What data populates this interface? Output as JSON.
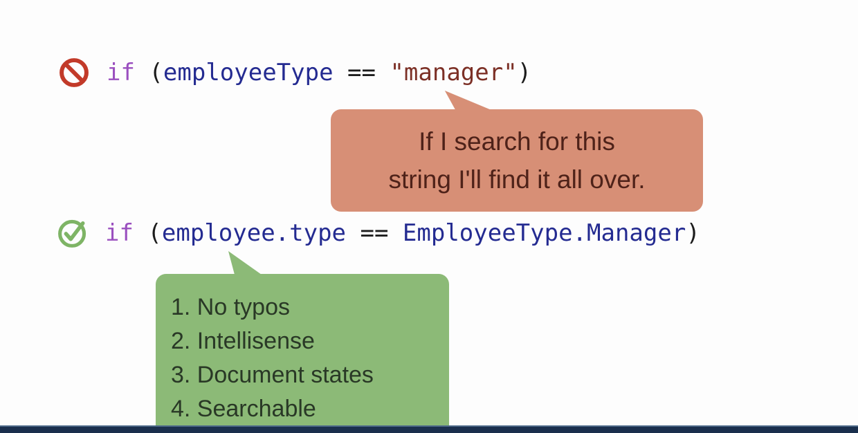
{
  "bad_example": {
    "icon_name": "no-entry",
    "code": {
      "keyword": "if",
      "pre_ident": " (",
      "identifier": "employeeType",
      "operator": " == ",
      "string_literal": "\"manager\"",
      "close": ")"
    }
  },
  "good_example": {
    "icon_name": "check-circle",
    "code": {
      "keyword": "if",
      "pre_ident": " (",
      "identifier": "employee.type",
      "operator": " == ",
      "enum_reference": "EmployeeType.Manager",
      "close": ")"
    }
  },
  "search_callout": {
    "lines": [
      "If I search for this",
      "string I'll find it all over."
    ],
    "background": "#d78f76",
    "text_color": "#4e2219"
  },
  "benefits_callout": {
    "items": [
      "1. No typos",
      "2. Intellisense",
      "3. Document states",
      "4. Searchable"
    ],
    "background": "#8cba77",
    "text_color": "#293826"
  },
  "colors": {
    "no_entry_icon": "#c23a29",
    "check_icon": "#7eb465",
    "code_keyword": "#9a4fbf",
    "code_identifier": "#242b91",
    "code_string": "#7c3026",
    "code_punctuation": "#1c1c1c",
    "bottom_bar": "#1a2f4d",
    "slide_background": "#fdfdfd"
  }
}
